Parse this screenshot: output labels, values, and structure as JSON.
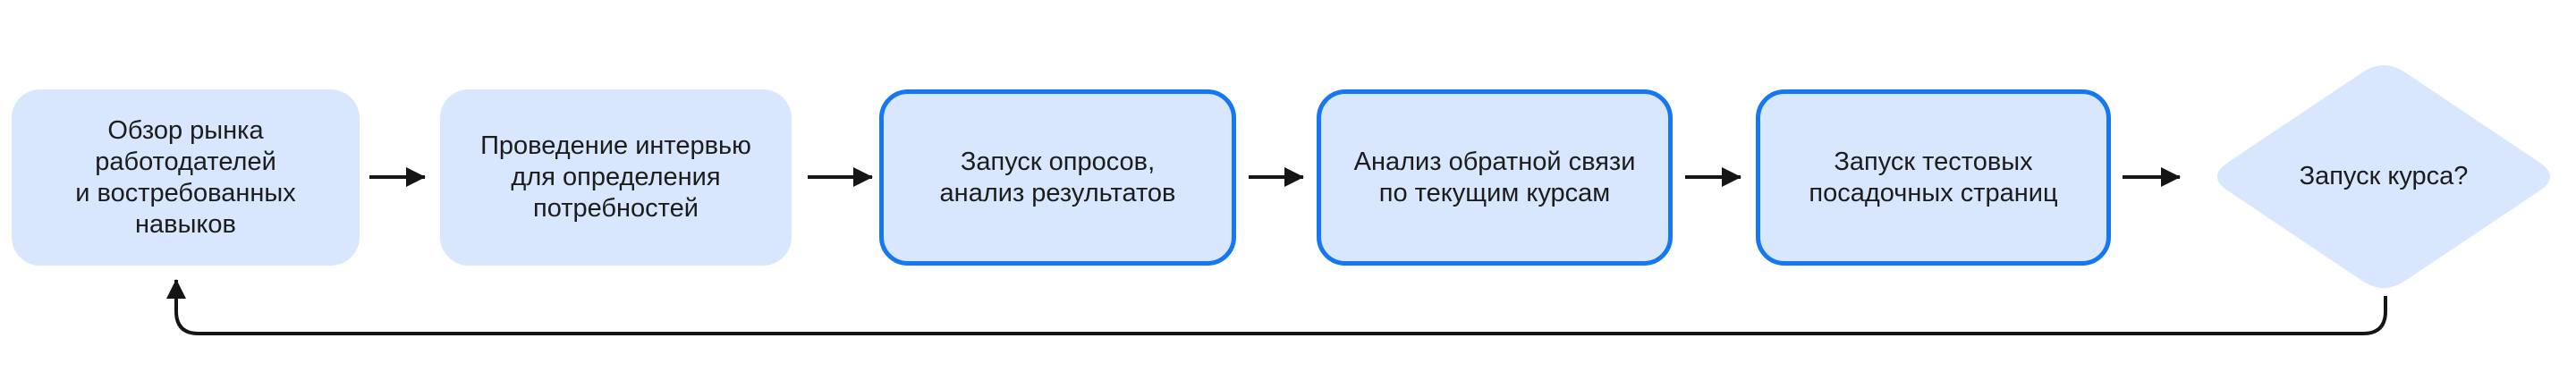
{
  "diagram": {
    "title": "course-launch-flowchart",
    "colors": {
      "background": "#ffffff",
      "node_fill": "#d8e7fd",
      "accent_border": "#1677f2",
      "connector": "#151515",
      "text": "#1c1c1c"
    },
    "nodes": [
      {
        "id": "step-1",
        "type": "process",
        "bordered": false,
        "label": "Обзор рынка\nработодателей\nи востребованных\nнавыков"
      },
      {
        "id": "step-2",
        "type": "process",
        "bordered": false,
        "label": "Проведение интервью\nдля определения\nпотребностей"
      },
      {
        "id": "step-3",
        "type": "process",
        "bordered": true,
        "label": "Запуск опросов,\nанализ результатов"
      },
      {
        "id": "step-4",
        "type": "process",
        "bordered": true,
        "label": "Анализ обратной связи\nпо текущим курсам"
      },
      {
        "id": "step-5",
        "type": "process",
        "bordered": true,
        "label": "Запуск тестовых\nпосадочных страниц"
      },
      {
        "id": "decision",
        "type": "decision",
        "bordered": false,
        "label": "Запуск курса?"
      }
    ],
    "connections": [
      {
        "from": "step-1",
        "to": "step-2",
        "style": "straight-arrow"
      },
      {
        "from": "step-2",
        "to": "step-3",
        "style": "straight-arrow"
      },
      {
        "from": "step-3",
        "to": "step-4",
        "style": "straight-arrow"
      },
      {
        "from": "step-4",
        "to": "step-5",
        "style": "straight-arrow"
      },
      {
        "from": "step-5",
        "to": "decision",
        "style": "straight-arrow"
      },
      {
        "from": "decision",
        "to": "step-1",
        "style": "feedback-loop"
      }
    ]
  }
}
